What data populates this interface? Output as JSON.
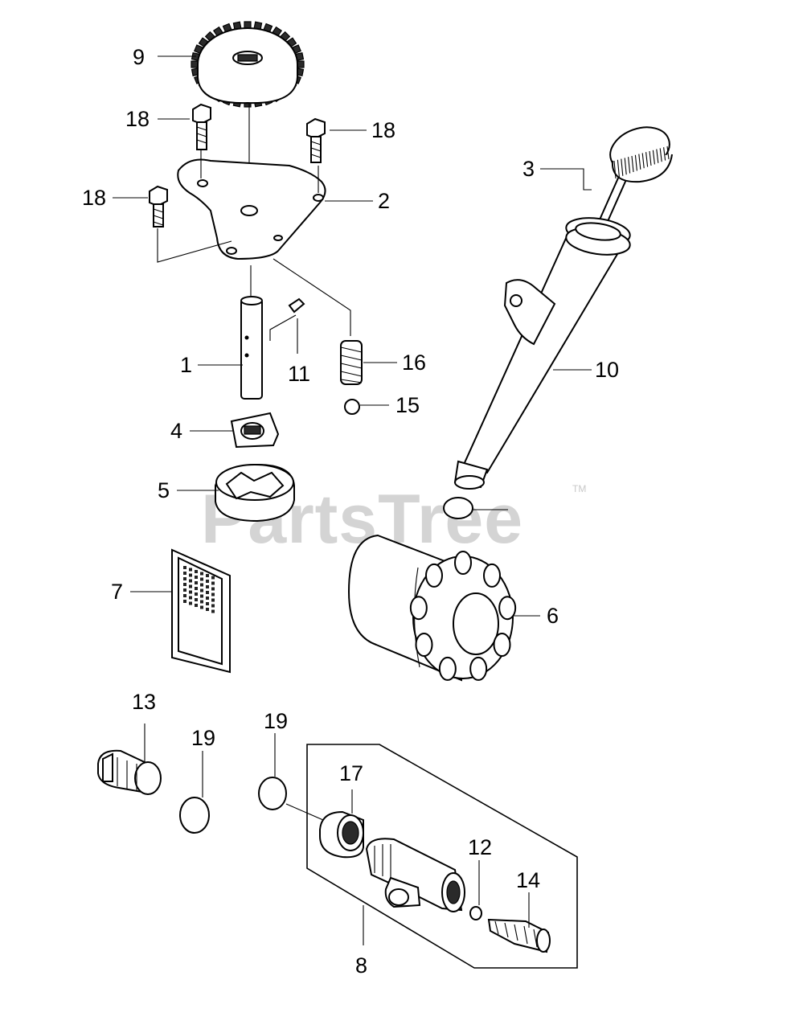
{
  "watermark": {
    "text": "PartsTree",
    "mark": "TM"
  },
  "callouts": {
    "c1": "1",
    "c2": "2",
    "c3": "3",
    "c4": "4",
    "c5": "5",
    "c6": "6",
    "c7": "7",
    "c8": "8",
    "c9": "9",
    "c10": "10",
    "c11": "11",
    "c12": "12",
    "c13": "13",
    "c14": "14",
    "c15": "15",
    "c16": "16",
    "c17": "17",
    "c18a": "18",
    "c18b": "18",
    "c18c": "18",
    "c19a": "19",
    "c19b": "19"
  }
}
